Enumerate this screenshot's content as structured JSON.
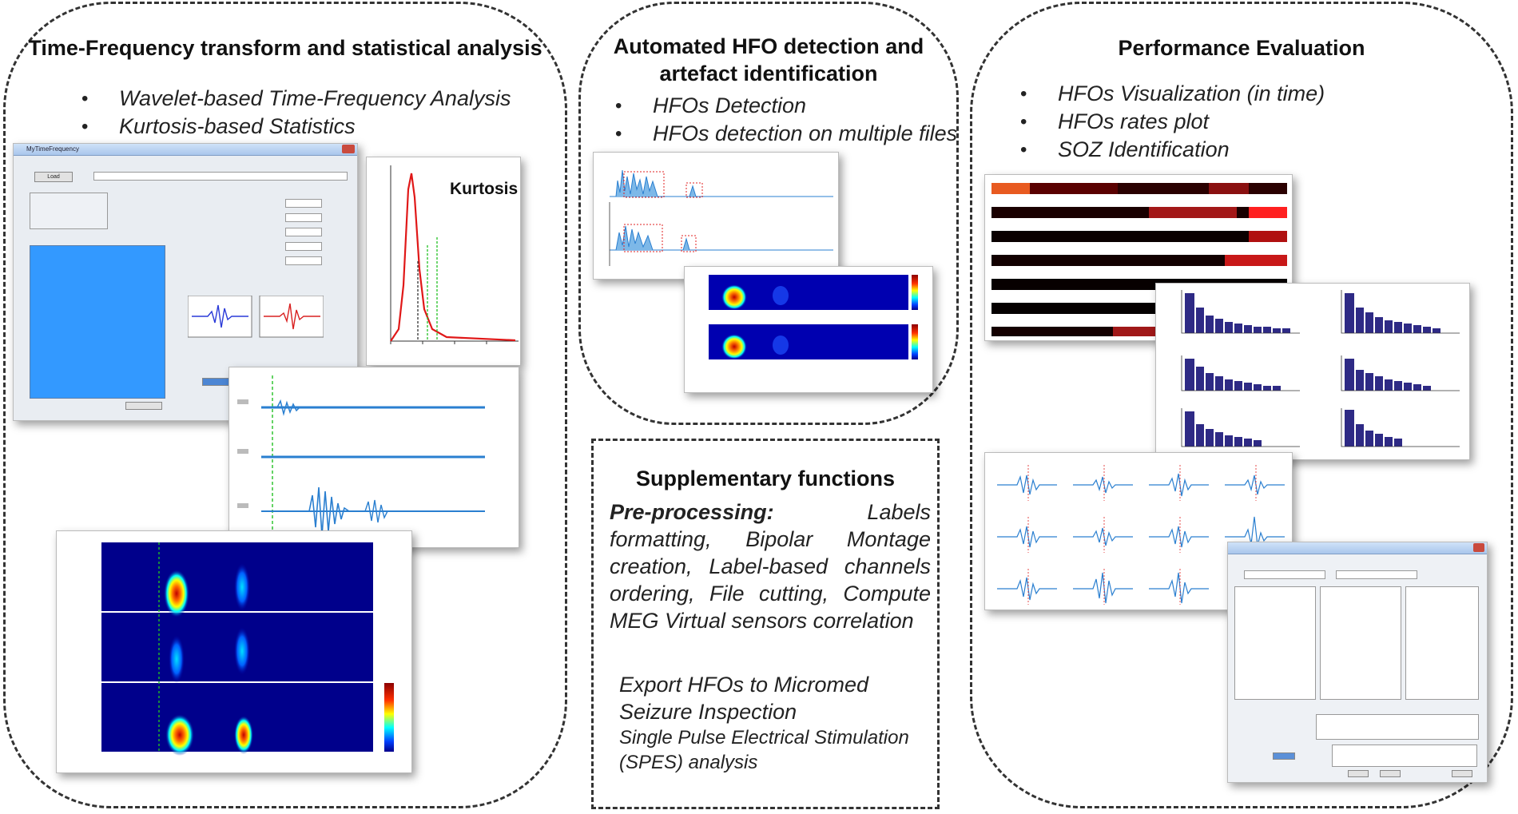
{
  "panels": {
    "tf": {
      "title": "Time-Frequency transform and statistical analysis",
      "bullets": [
        "Wavelet-based Time-Frequency Analysis",
        "Kurtosis-based Statistics"
      ],
      "gui_window_title": "MyTimeFrequency",
      "gui_button_load": "Load",
      "kurtosis_label": "Kurtosis"
    },
    "hfo": {
      "title_line1": "Automated HFO detection and",
      "title_line2": "artefact identification",
      "bullets": [
        "HFOs Detection",
        "HFOs detection on multiple files"
      ]
    },
    "perf": {
      "title": "Performance Evaluation",
      "bullets": [
        "HFOs Visualization (in time)",
        "HFOs rates plot",
        "SOZ Identification"
      ]
    },
    "supp": {
      "title": "Supplementary functions",
      "preproc_lead": "Pre-processing:",
      "preproc_text": " Labels formatting, Bipolar Montage creation, Label-based channels ordering, File cutting, Compute MEG Virtual sensors correlation",
      "export": "Export HFOs to Micromed",
      "seizure": "Seizure Inspection",
      "spes": "Single Pulse Electrical Stimulation (SPES) analysis"
    }
  },
  "colors": {
    "border": "#333333",
    "listbox_blue": "#3399ff",
    "signal_blue": "#2a7fd0",
    "bar_navy": "#2e2a85",
    "kurtosis_red": "#e01818",
    "marker_green": "#22c022"
  }
}
